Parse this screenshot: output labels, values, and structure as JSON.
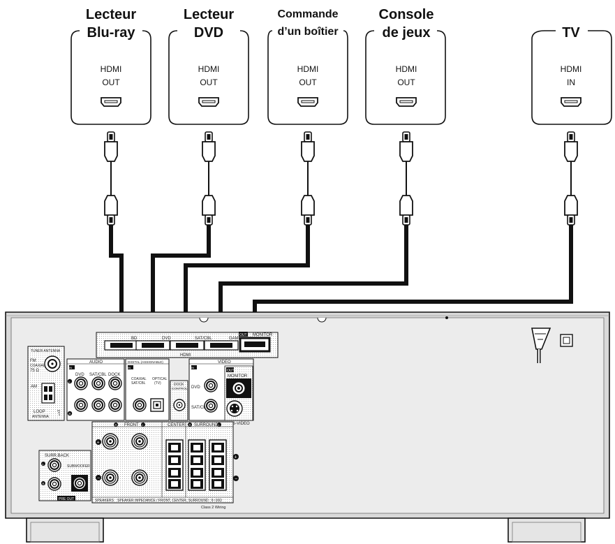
{
  "devices": [
    {
      "line1": "Lecteur",
      "line2": "Blu-ray",
      "port1": "HDMI",
      "port2": "OUT"
    },
    {
      "line1": "Lecteur",
      "line2": "DVD",
      "port1": "HDMI",
      "port2": "OUT"
    },
    {
      "line1": "Commande",
      "line2": "d’un boîtier",
      "port1": "HDMI",
      "port2": "OUT"
    },
    {
      "line1": "Console",
      "line2": "de jeux",
      "port1": "HDMI",
      "port2": "OUT"
    },
    {
      "line1": "TV",
      "line2": "",
      "port1": "HDMI",
      "port2": "IN"
    }
  ],
  "receiver": {
    "hdmi_inputs": [
      "BD",
      "DVD",
      "SAT/CBL",
      "GAME"
    ],
    "hdmi_out": "OUT",
    "hdmi_monitor": "MONITOR",
    "hdmi_label": "HDMI",
    "tuner_antenna": "TUNER ANTENNA",
    "fm": "FM",
    "coaxial": "COAXIAL",
    "ohm": "75 Ω",
    "am": "AM",
    "loop": "LOOP",
    "antenna": "ANTENNA",
    "audio": "AUDIO",
    "audio_in": "IN",
    "audio_dvd": "DVD",
    "audio_sat": "SAT/CBL",
    "audio_dock": "DOCK",
    "digital": "DIGITAL (ASSIGNABLE)",
    "digital_in": "IN",
    "coax_sat": "COAXIAL",
    "coax_sat2": "SAT/CBL",
    "optical": "OPTICAL",
    "optical_tv": "(TV)",
    "dock_control": "DOCK",
    "dock_control2": "CONTROL",
    "video": "VIDEO",
    "video_in": "IN",
    "video_dvd": "DVD",
    "video_sat": "SAT/CBL",
    "video_out": "OUT",
    "monitor": "MONITOR",
    "svideo": "S-VIDEO",
    "front": "FRONT",
    "center": "CENTER",
    "surround": "SURROUND",
    "surr_back": "SURR.BACK",
    "subwoofer": "SUBWOOFER",
    "pre_out": "PRE OUT",
    "speakers": "SPEAKERS",
    "impedance": "SPEAKER IMPEDANCE / FRONT, CENTER, SURROUND : 6~16Ω",
    "class2": "Class 2 Wiring",
    "l": "L",
    "r": "R"
  }
}
